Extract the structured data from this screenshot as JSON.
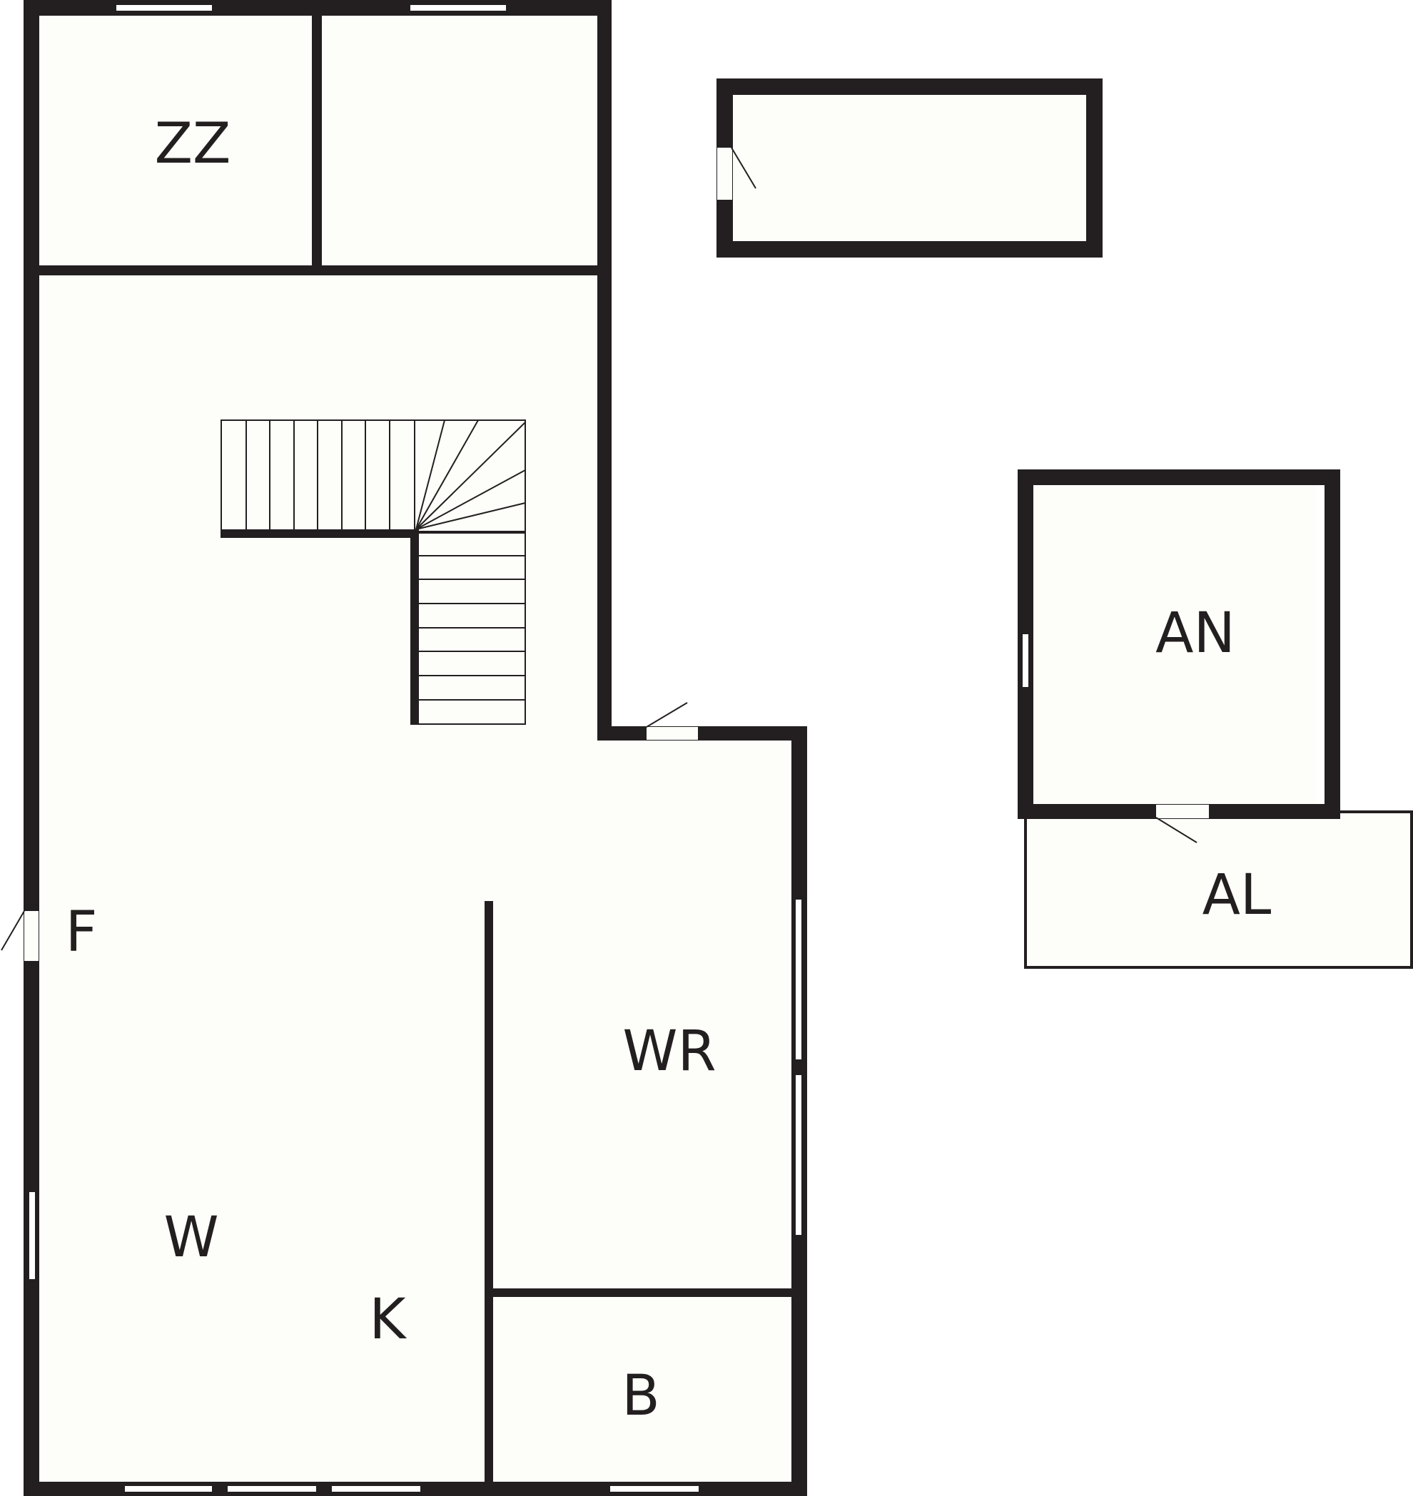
{
  "colors": {
    "wall": "#231f20",
    "floor": "#fdfef9",
    "background": "#ffffff",
    "opening": "#ffffff"
  },
  "rooms": {
    "zz": "ZZ",
    "an": "AN",
    "al": "AL",
    "f": "F",
    "wr": "WR",
    "w": "W",
    "k": "K",
    "b": "B"
  }
}
